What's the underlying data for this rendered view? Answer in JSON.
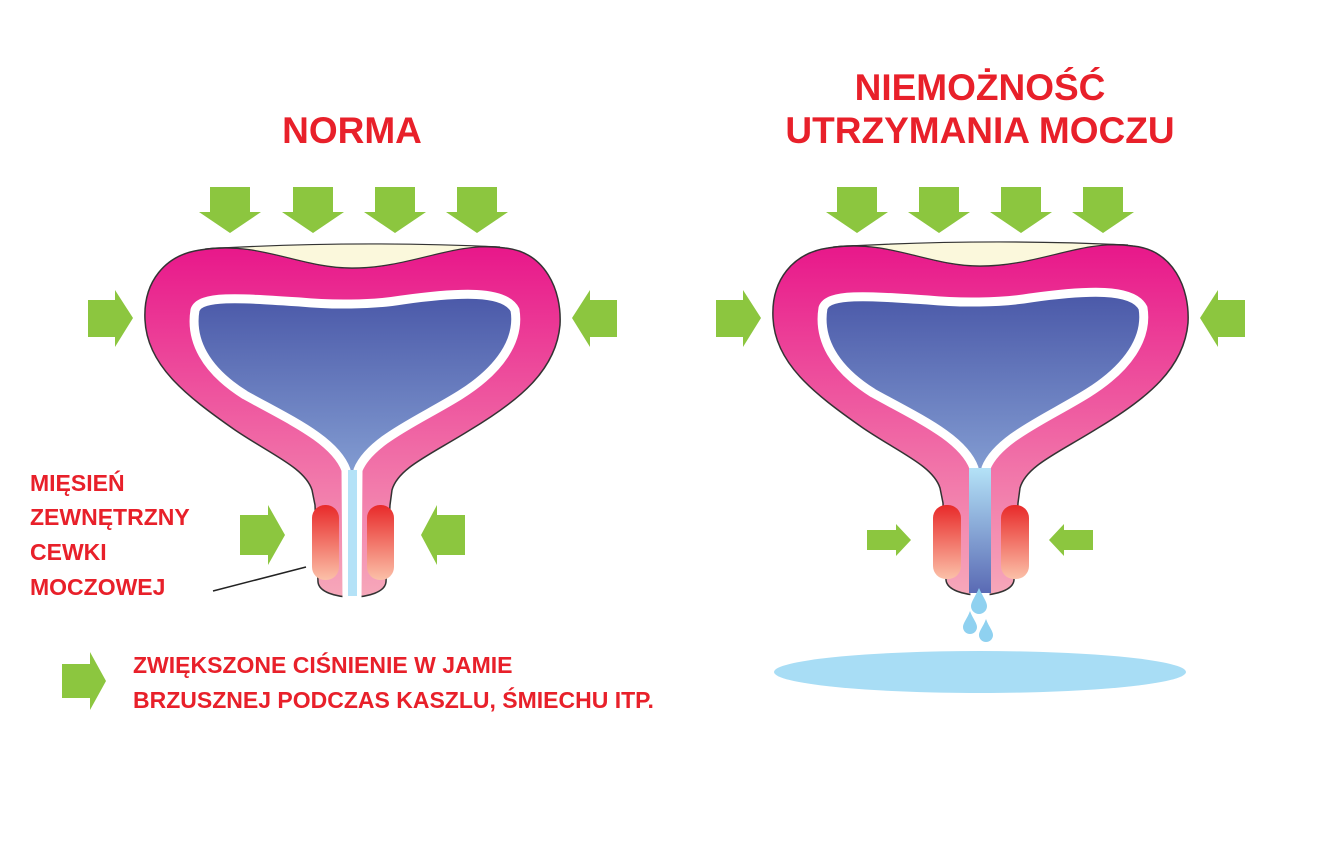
{
  "titles": {
    "normal": "NORMA",
    "incontinence_line1": "NIEMOŻNOŚĆ",
    "incontinence_line2": "UTRZYMANIA MOCZU"
  },
  "muscle_label": [
    "MIĘSIEŃ",
    "ZEWNĘTRZNY",
    "CEWKI",
    "MOCZOWEJ"
  ],
  "legend": {
    "icon": "green-arrow-icon",
    "line1": "ZWIĘKSZONE CIŚNIENIE W JAMIE",
    "line2": "BRZUSZNEJ PODCZAS KASZLU, ŚMIECHU ITP."
  },
  "colors": {
    "text": "#e8202a",
    "arrow": "#8cc63f",
    "wall_top": "#e8178a",
    "wall_bottom": "#f6a8ba",
    "urine_top": "#4a58a8",
    "urine_bottom": "#aadcf5",
    "muscle_top": "#e82a2a",
    "muscle_bottom": "#fbc0a8",
    "puddle": "#a8ddf5"
  }
}
